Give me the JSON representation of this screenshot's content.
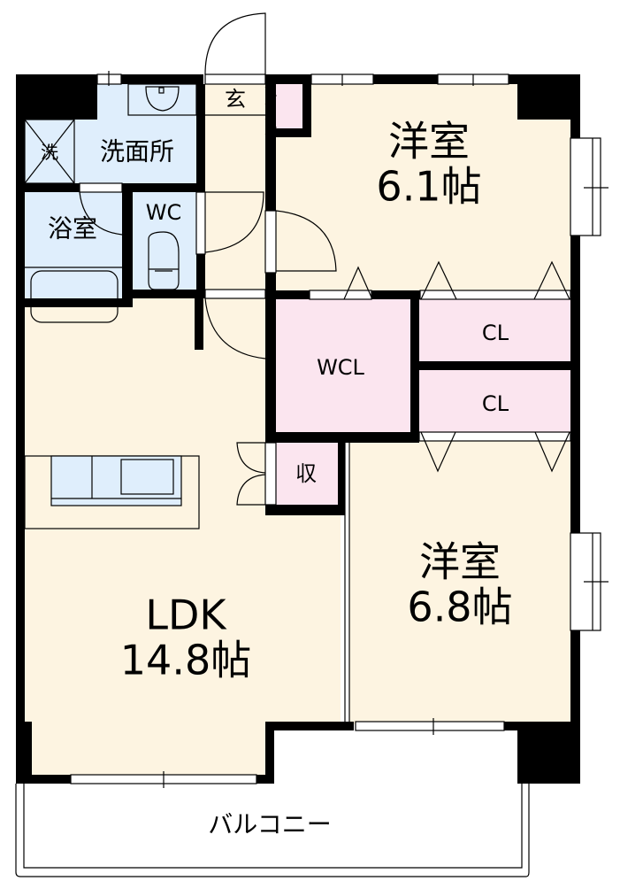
{
  "floor_plan": {
    "colors": {
      "wall": "#000000",
      "living_floor": "#fdf4e1",
      "wet_area": "#dfeefc",
      "storage": "#fbe5ef",
      "exterior": "#ffffff"
    },
    "rooms": {
      "western_room_1": {
        "name": "洋室",
        "size": "6.1帖"
      },
      "western_room_2": {
        "name": "洋室",
        "size": "6.8帖"
      },
      "ldk": {
        "name": "LDK",
        "size": "14.8帖"
      },
      "entrance": {
        "name": "玄"
      },
      "washroom": {
        "name": "洗面所"
      },
      "washer": {
        "name": "洗"
      },
      "bathroom": {
        "name": "浴室"
      },
      "toilet": {
        "name": "WC"
      },
      "walk_in_closet": {
        "name": "WCL"
      },
      "closet_1": {
        "name": "CL"
      },
      "closet_2": {
        "name": "CL"
      },
      "storage": {
        "name": "収"
      },
      "balcony": {
        "name": "バルコニー"
      }
    }
  }
}
